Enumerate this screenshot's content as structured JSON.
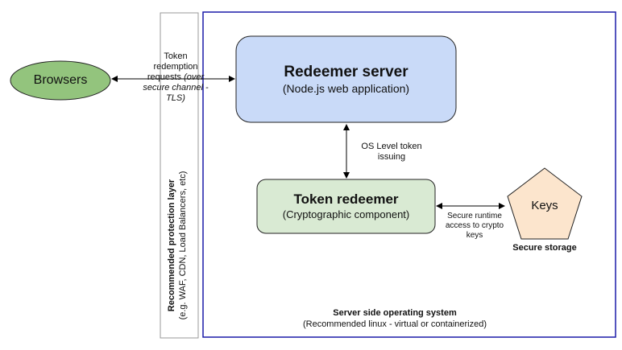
{
  "browsers": {
    "label": "Browsers"
  },
  "channel": {
    "line1": "Token",
    "line2": "redemption",
    "line3_plain": "requests",
    "line3_italic": "(over",
    "line4_italic": "secure channel -",
    "line5_italic": "TLS)"
  },
  "protection_layer": {
    "title": "Recommended protection layer",
    "subtitle": "(e.g. WAF, CDN, Load Balancers, etc)"
  },
  "redeemer_server": {
    "title": "Redeemer server",
    "subtitle": "(Node.js web application)"
  },
  "os_link": {
    "line1": "OS Level token",
    "line2": "issuing"
  },
  "token_redeemer": {
    "title": "Token redeemer",
    "subtitle": "(Cryptographic component)"
  },
  "secure_access": {
    "line1": "Secure runtime",
    "line2": "access to crypto",
    "line3": "keys"
  },
  "keys": {
    "label": "Keys",
    "caption": "Secure storage"
  },
  "os_box": {
    "title": "Server side operating system",
    "subtitle": "(Recommended linux - virtual or containerized)"
  },
  "colors": {
    "browsers_fill": "#93c47d",
    "redeemer_fill": "#c9daf8",
    "token_fill": "#d9ead3",
    "keys_fill": "#fce5cd",
    "os_border": "#1a1aa8",
    "layer_border": "#999999"
  }
}
